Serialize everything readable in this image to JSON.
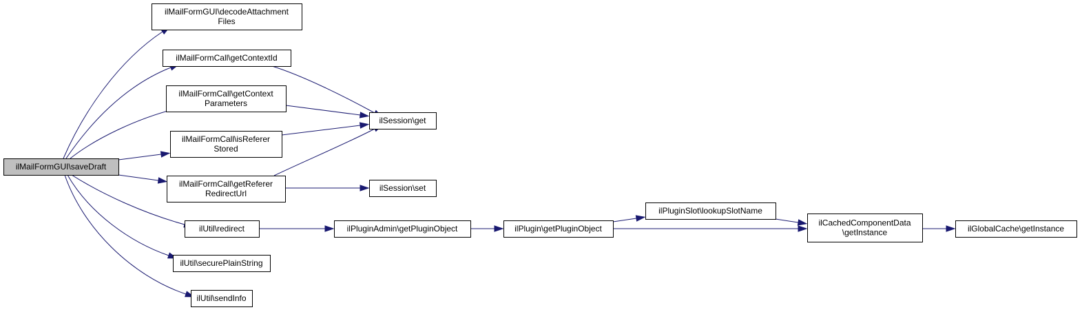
{
  "diagram": {
    "root": "saveDraft",
    "nodes": [
      {
        "id": "saveDraft",
        "lines": [
          "ilMailFormGUI\\saveDraft"
        ],
        "root": true
      },
      {
        "id": "decodeAttachmentFiles",
        "lines": [
          "ilMailFormGUI\\decodeAttachment",
          "Files"
        ]
      },
      {
        "id": "getContextId",
        "lines": [
          "ilMailFormCall\\getContextId"
        ]
      },
      {
        "id": "getContextParameters",
        "lines": [
          "ilMailFormCall\\getContext",
          "Parameters"
        ]
      },
      {
        "id": "isRefererStored",
        "lines": [
          "ilMailFormCall\\isReferer",
          "Stored"
        ]
      },
      {
        "id": "getRefererRedirectUrl",
        "lines": [
          "ilMailFormCall\\getReferer",
          "RedirectUrl"
        ]
      },
      {
        "id": "redirect",
        "lines": [
          "ilUtil\\redirect"
        ]
      },
      {
        "id": "securePlainString",
        "lines": [
          "ilUtil\\securePlainString"
        ]
      },
      {
        "id": "sendInfo",
        "lines": [
          "ilUtil\\sendInfo"
        ]
      },
      {
        "id": "sessionGet",
        "lines": [
          "ilSession\\get"
        ]
      },
      {
        "id": "sessionSet",
        "lines": [
          "ilSession\\set"
        ]
      },
      {
        "id": "pluginAdminGetPluginObject",
        "lines": [
          "ilPluginAdmin\\getPluginObject"
        ]
      },
      {
        "id": "pluginGetPluginObject",
        "lines": [
          "ilPlugin\\getPluginObject"
        ]
      },
      {
        "id": "lookupSlotName",
        "lines": [
          "ilPluginSlot\\lookupSlotName"
        ]
      },
      {
        "id": "cachedComponentDataGetInstance",
        "lines": [
          "ilCachedComponentData",
          "\\getInstance"
        ]
      },
      {
        "id": "globalCacheGetInstance",
        "lines": [
          "ilGlobalCache\\getInstance"
        ]
      }
    ],
    "edges": [
      {
        "from": "saveDraft",
        "to": "decodeAttachmentFiles"
      },
      {
        "from": "saveDraft",
        "to": "getContextId"
      },
      {
        "from": "saveDraft",
        "to": "getContextParameters"
      },
      {
        "from": "saveDraft",
        "to": "isRefererStored"
      },
      {
        "from": "saveDraft",
        "to": "getRefererRedirectUrl"
      },
      {
        "from": "saveDraft",
        "to": "redirect"
      },
      {
        "from": "saveDraft",
        "to": "securePlainString"
      },
      {
        "from": "saveDraft",
        "to": "sendInfo"
      },
      {
        "from": "getContextId",
        "to": "sessionGet"
      },
      {
        "from": "getContextParameters",
        "to": "sessionGet"
      },
      {
        "from": "isRefererStored",
        "to": "sessionGet"
      },
      {
        "from": "getRefererRedirectUrl",
        "to": "sessionGet"
      },
      {
        "from": "getRefererRedirectUrl",
        "to": "sessionSet"
      },
      {
        "from": "redirect",
        "to": "pluginAdminGetPluginObject"
      },
      {
        "from": "pluginAdminGetPluginObject",
        "to": "pluginGetPluginObject"
      },
      {
        "from": "pluginGetPluginObject",
        "to": "lookupSlotName"
      },
      {
        "from": "pluginGetPluginObject",
        "to": "cachedComponentDataGetInstance"
      },
      {
        "from": "lookupSlotName",
        "to": "cachedComponentDataGetInstance"
      },
      {
        "from": "cachedComponentDataGetInstance",
        "to": "globalCacheGetInstance"
      }
    ],
    "colors": {
      "edge": "#191970",
      "node_border": "#000000",
      "node_fill": "#ffffff",
      "root_fill": "#bfbfbf",
      "text": "#000000"
    }
  }
}
